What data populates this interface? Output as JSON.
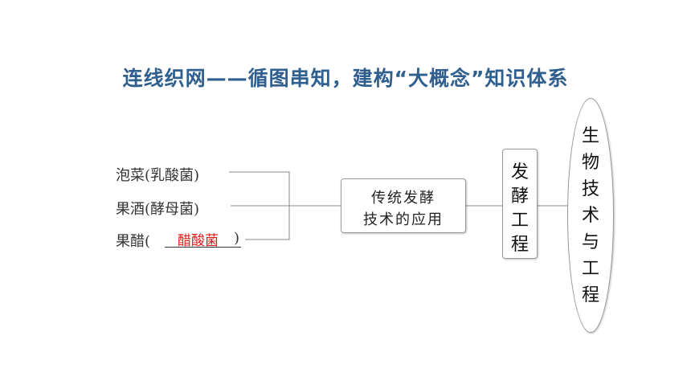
{
  "title": "连线织网——循图串知，建构“大概念”知识体系",
  "left_items": [
    "泡菜(乳酸菌)",
    "果酒(酵母菌)",
    "果醋("
  ],
  "answer": "醋酸菌",
  "closing_paren": ")",
  "app_box": {
    "line1": "传统发酵",
    "line2": "技术的应用"
  },
  "ferm_chars": [
    "发",
    "酵",
    "工",
    "程"
  ],
  "bio_chars": [
    "生",
    "物",
    "技",
    "术",
    "与",
    "工",
    "程"
  ]
}
